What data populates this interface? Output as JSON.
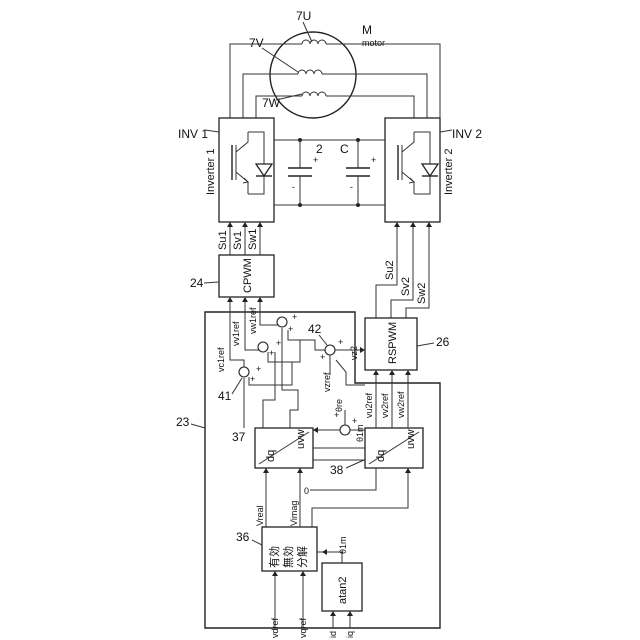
{
  "labels": {
    "motor_ref": "7U",
    "coil_v": "7V",
    "coil_w": "7W",
    "motor_letter": "M",
    "motor_word": "motor",
    "inv1_tag": "INV 1",
    "inv2_tag": "INV 2",
    "inverter1": "Inverter 1",
    "inverter2": "Inverter 2",
    "cap_ref_left": "2",
    "cap_ref_right": "C",
    "plus": "+",
    "minus": "-",
    "su1": "Su1",
    "sv1": "Sv1",
    "sw1": "Sw1",
    "su2": "Su2",
    "sv2": "Sv2",
    "sw2": "Sw2",
    "cpwm": "CPWM",
    "rspwm": "RSPWM",
    "ref_24": "24",
    "ref_26": "26",
    "ref_23": "23",
    "ref_41": "41",
    "ref_42": "42",
    "ref_37": "37",
    "ref_38": "38",
    "ref_36": "36",
    "dq": "dq",
    "uvw": "uvw",
    "vc1": "vc1ref",
    "vv1": "vv1ref",
    "vw1": "vw1ref",
    "vz2": "vz2",
    "vz_ref": "vzref",
    "theta_re": "θre",
    "theta_1m": "θ1m",
    "vu2": "vu2ref",
    "vv2": "vv2ref",
    "vw2": "vw2ref",
    "v_real": "Vreal",
    "v_imag": "Vimag",
    "zero": "0",
    "decomp_1": "有効",
    "decomp_2": "無効",
    "decomp_3": "分解",
    "theta_1m_b": "θ1m",
    "atan2": "atan2",
    "vd_ref": "vdref",
    "vq_ref": "vqref",
    "id": "id",
    "iq": "iq"
  }
}
